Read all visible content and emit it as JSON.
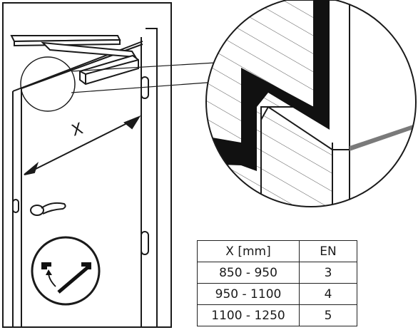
{
  "dimension_label": "X",
  "table": {
    "headers": [
      "X [mm]",
      "EN"
    ],
    "rows": [
      [
        "850 - 950",
        "3"
      ],
      [
        "950 - 1100",
        "4"
      ],
      [
        "1100 - 1250",
        "5"
      ]
    ]
  },
  "colors": {
    "line": "#1a1a1a",
    "seal": "#111111",
    "hatch": "#444444",
    "gray_strip": "#7a7a7a"
  },
  "icons": [
    "door-handle-icon",
    "rotation-direction-icon"
  ]
}
